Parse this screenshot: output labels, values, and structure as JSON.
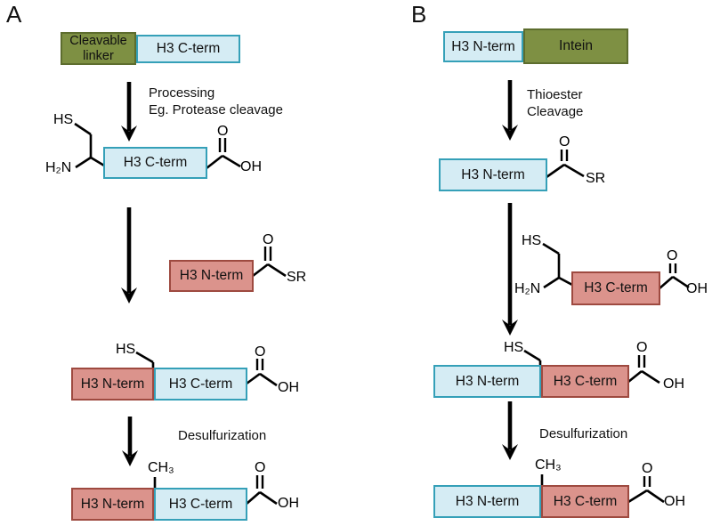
{
  "colors": {
    "green_fill": "#7e9043",
    "green_border": "#5d6d2e",
    "blue_fill": "#d5ecf4",
    "blue_border": "#35a0b8",
    "red_fill": "#db938c",
    "red_border": "#9e4a40"
  },
  "panelA": {
    "label": "A",
    "construct": {
      "linker": "Cleavable linker",
      "cterm": "H3 C-term"
    },
    "step1_caption_line1": "Processing",
    "step1_caption_line2": "Eg. Protease cleavage",
    "fragment1": {
      "hs": "HS",
      "h2n": "H₂N",
      "box": "H3 C-term",
      "o": "O",
      "oh": "OH"
    },
    "fragment2": {
      "box": "H3 N-term",
      "o": "O",
      "sr": "SR"
    },
    "ligated": {
      "hs": "HS",
      "nterm": "H3 N-term",
      "cterm": "H3 C-term",
      "o": "O",
      "oh": "OH"
    },
    "step2_caption": "Desulfurization",
    "final": {
      "ch3": "CH₃",
      "nterm": "H3 N-term",
      "cterm": "H3 C-term",
      "o": "O",
      "oh": "OH"
    }
  },
  "panelB": {
    "label": "B",
    "construct": {
      "nterm": "H3 N-term",
      "intein": "Intein"
    },
    "step1_caption_line1": "Thioester",
    "step1_caption_line2": "Cleavage",
    "fragment1": {
      "box": "H3 N-term",
      "o": "O",
      "sr": "SR"
    },
    "fragment2": {
      "hs": "HS",
      "h2n": "H₂N",
      "box": "H3 C-term",
      "o": "O",
      "oh": "OH"
    },
    "ligated": {
      "hs": "HS",
      "nterm": "H3 N-term",
      "cterm": "H3 C-term",
      "o": "O",
      "oh": "OH"
    },
    "step2_caption": "Desulfurization",
    "final": {
      "ch3": "CH₃",
      "nterm": "H3 N-term",
      "cterm": "H3 C-term",
      "o": "O",
      "oh": "OH"
    }
  }
}
